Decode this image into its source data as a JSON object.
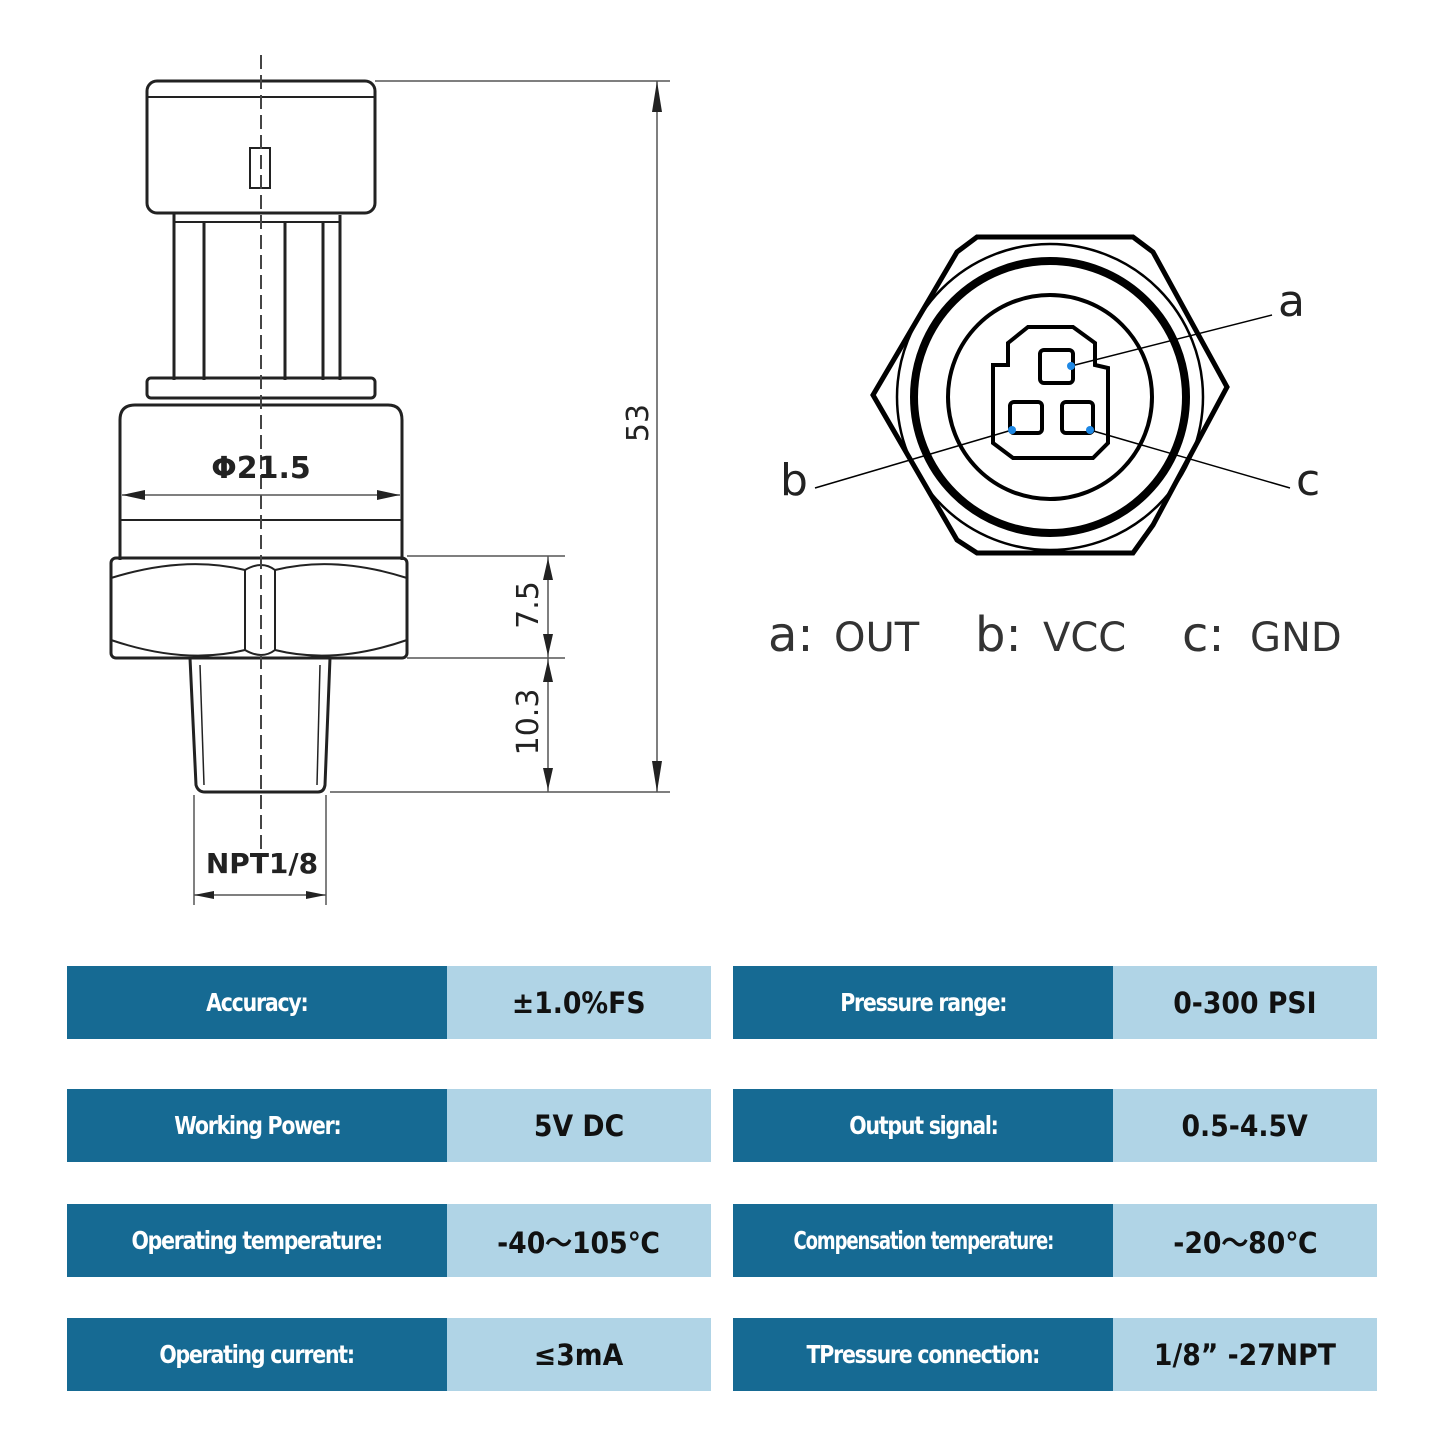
{
  "drawing": {
    "diameter_label": "Φ21.5",
    "total_height_label": "53",
    "hex_height_label": "7.5",
    "thread_length_label": "10.3",
    "thread_label": "NPT1/8"
  },
  "connector": {
    "pin_labels": {
      "a": "a",
      "b": "b",
      "c": "c"
    },
    "pin_dot_color": "#1e88e5",
    "legend": [
      {
        "key": "a:",
        "value": "OUT"
      },
      {
        "key": "b:",
        "value": "VCC"
      },
      {
        "key": "c:",
        "value": "GND"
      }
    ]
  },
  "colors": {
    "label_bg": "#166a93",
    "value_bg": "#b0d4e6"
  },
  "specs": [
    {
      "label": "Accuracy:",
      "value": "±1.0%FS"
    },
    {
      "label": "Pressure range:",
      "value": "0-300 PSI"
    },
    {
      "label": "Working Power:",
      "value": "5V DC"
    },
    {
      "label": "Output signal:",
      "value": "0.5-4.5V"
    },
    {
      "label": "Operating temperature:",
      "value": "-40～105℃"
    },
    {
      "label": "Compensation temperature:",
      "value": "-20～80℃"
    },
    {
      "label": "Operating current:",
      "value": "≤3mA"
    },
    {
      "label": "TPressure connection:",
      "value": "1/8”  -27NPT"
    }
  ]
}
